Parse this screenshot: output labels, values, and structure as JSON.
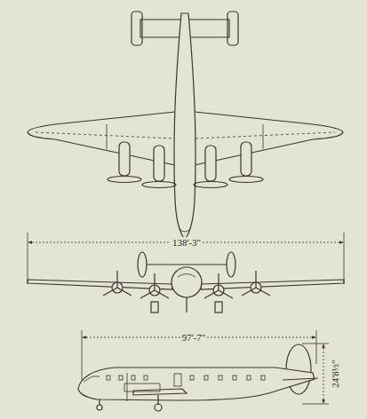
{
  "diagram": {
    "labels": [
      "138'-3\"",
      "97'-7\"",
      "24'8½\""
    ]
  }
}
